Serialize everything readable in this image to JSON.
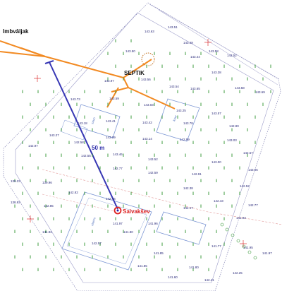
{
  "labels": {
    "well": "Imbvāljak",
    "septic": "SEPTIK",
    "cabin": "Saivakšev",
    "distance": "50 m"
  },
  "elevations": [
    "143.63",
    "143.51",
    "143.49",
    "143.58",
    "143.52",
    "143.44",
    "143.50",
    "143.38",
    "143.97",
    "143.56",
    "143.54",
    "143.65",
    "143.58",
    "143.69",
    "143.73",
    "143.59",
    "143.03",
    "143.25",
    "143.57",
    "143.41",
    "143.42",
    "143.78",
    "142.80",
    "143.18",
    "143.09",
    "143.14",
    "142.99",
    "143.03",
    "142.97",
    "143.27",
    "142.58",
    "142.57",
    "142.55",
    "143.46",
    "143.52",
    "143.00",
    "143.06",
    "142.77",
    "142.59",
    "142.91",
    "139.23",
    "139.96",
    "138.93",
    "142.82",
    "142.38",
    "142.52",
    "142.43",
    "142.77",
    "142.85",
    "142.46",
    "142.17",
    "141.93",
    "141.92",
    "142.57",
    "141.85",
    "141.85",
    "141.80",
    "141.95",
    "141.97",
    "141.96",
    "141.80",
    "141.60",
    "142.41",
    "142.25",
    "141.97",
    "141.77"
  ],
  "colors": {
    "orange": "#f28a22",
    "blue": "#3737b4",
    "red": "#dd2222",
    "green": "#3a9a3a",
    "boundary": "#6a6aa0",
    "building": "#7d97d4",
    "pink": "#e29a9a"
  }
}
